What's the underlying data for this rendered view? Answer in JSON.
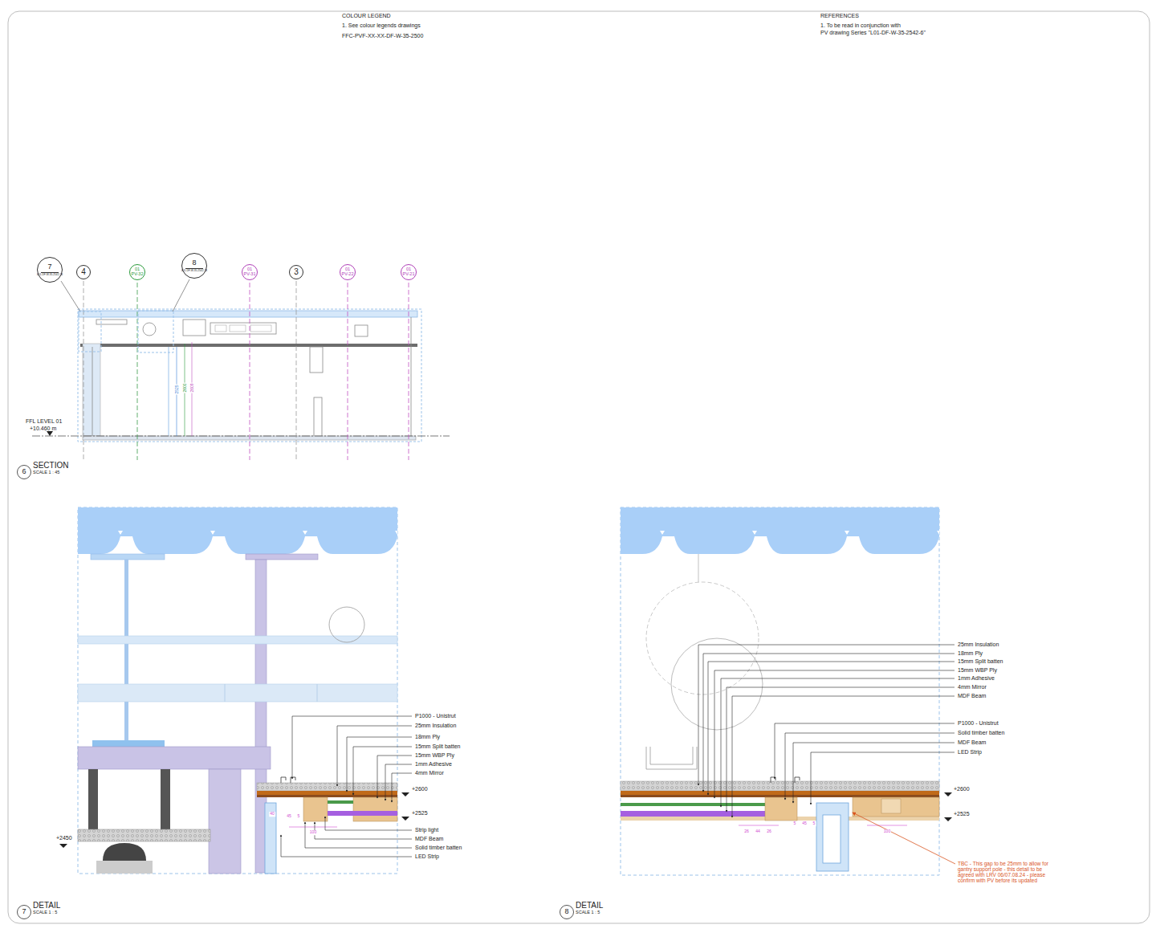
{
  "diagram": {
    "nodes": [
      {
        "text": [
          "7",
          "L01-DF-W-35-2542-13"
        ]
      },
      {
        "text": [
          "4"
        ]
      },
      {
        "text": [
          "01",
          "PV-32"
        ]
      },
      {
        "text": [
          "8",
          "L01-DF-W-35-2542-13"
        ]
      },
      {
        "text": [
          "01",
          "PV-31"
        ]
      },
      {
        "text": [
          "3"
        ]
      },
      {
        "text": [
          "01",
          "PV-22"
        ]
      },
      {
        "text": [
          "01",
          "PV-21"
        ]
      },
      {
        "text": [
          "6",
          "SECTION",
          "SCALE 1 : 45"
        ]
      },
      {
        "text": [
          "7",
          "DETAIL",
          "SCALE 1 : 5"
        ]
      },
      {
        "text": [
          "8",
          "DETAIL",
          "SCALE 1 : 5"
        ]
      }
    ],
    "labels": [
      "COLOUR LEGEND",
      "1. See colour legends drawings",
      "FFC-PVF-XX-XX-DF-W-35-2500",
      "REFERENCES",
      "1. To be read in conjunction with",
      "PV drawing Series \"L01-DF-W-35-2542-6\"",
      "2525",
      "2600",
      "2609",
      "FFL LEVEL 01",
      "+10.460 m",
      "P1000 - Unistrut",
      "25mm Insulation",
      "18mm Ply",
      "15mm Split batten",
      "15mm WBP Ply",
      "1mm Adhesive",
      "4mm Mirror",
      "+2600",
      "+2525",
      "Strip light",
      "MDF Beam",
      "Solid timber batten",
      "LED Strip",
      "+2450",
      "40",
      "45",
      "5",
      "100",
      "25mm Insulation",
      "18mm Ply",
      "15mm Split batten",
      "15mm WBP Ply",
      "1mm Adhesive",
      "4mm Mirror",
      "MDF Beam",
      "P1000 - Unistrut",
      "Solid timber batten",
      "MDF Beam",
      "LED Strip",
      "+2600",
      "+2525",
      "26",
      "44",
      "26",
      "5",
      "45",
      "5",
      "100",
      "TBC - This gap to be 25mm to allow for gantry support pole - this detail to be agreed with LRV 06/07.08.24 - please confirm with PV before its updated"
    ]
  }
}
